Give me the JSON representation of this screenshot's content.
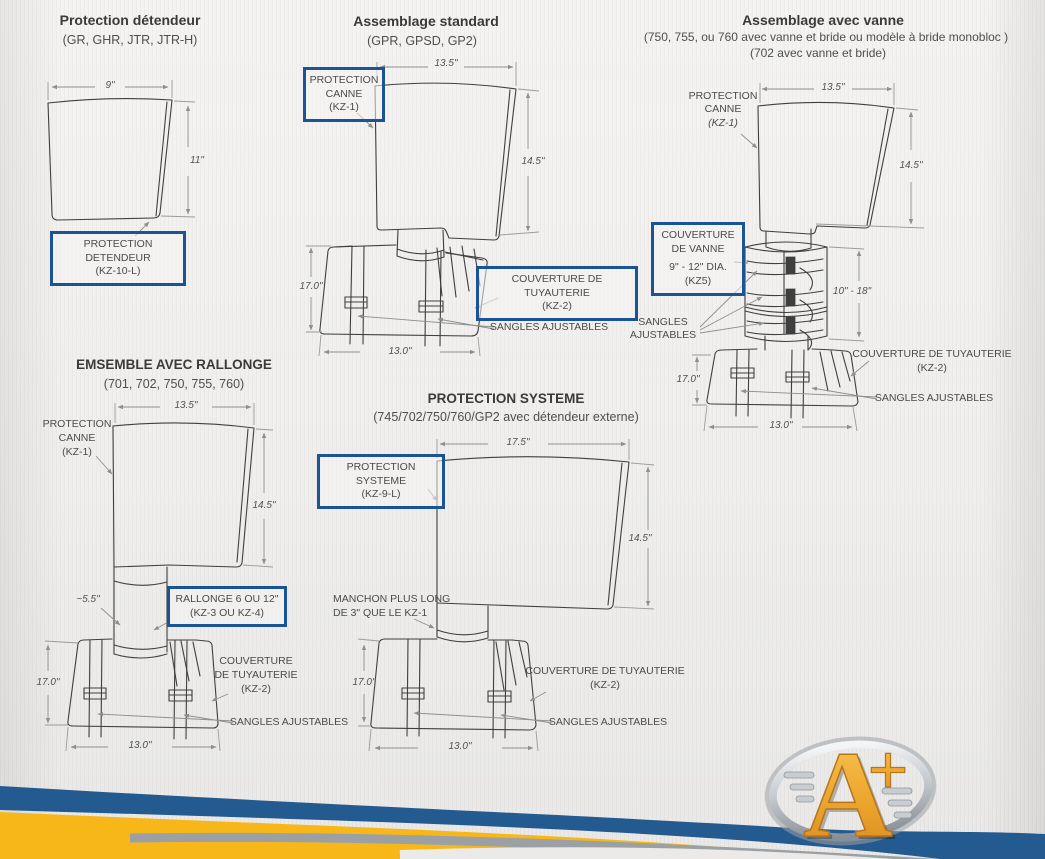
{
  "colors": {
    "box_border": "#1a5494",
    "drawing_line": "#3f3f3f",
    "dimension_line": "#8f8f8f",
    "wave_blue": "#235a8f",
    "wave_yellow": "#f7b719",
    "wave_gray": "#9aa0a4",
    "logo_gold": "#eca62f"
  },
  "diagrams": {
    "detendeur": {
      "title": "Protection détendeur",
      "subtitle": "(GR, GHR, JTR, JTR-H)",
      "dim_width": "9\"",
      "dim_height": "11\"",
      "box": {
        "line1": "PROTECTION DETENDEUR",
        "line2": "(KZ-10-L)"
      }
    },
    "standard": {
      "title": "Assemblage standard",
      "subtitle": "(GPR, GPSD, GP2)",
      "box_canne": {
        "line1": "PROTECTION",
        "line2": "CANNE",
        "line3": "(KZ-1)"
      },
      "dim_top": "13.5\"",
      "dim_right": "14.5\"",
      "dim_left": "17.0\"",
      "dim_bottom": "13.0\"",
      "box_tuyauterie": {
        "line1": "COUVERTURE DE TUYAUTERIE",
        "line2": "(KZ-2)"
      },
      "label_sangles": "SANGLES AJUSTABLES"
    },
    "vanne": {
      "title": "Assemblage avec vanne",
      "subtitle1": "(750, 755, ou 760 avec vanne et bride ou modèle à bride monobloc )",
      "subtitle2": "(702 avec vanne et bride)",
      "label_canne": {
        "line1": "PROTECTION",
        "line2": "CANNE",
        "line3": "(KZ-1)"
      },
      "dim_top": "13.5\"",
      "dim_right": "14.5\"",
      "dim_vanne": "10\" - 18\"",
      "dim_left": "17.0\"",
      "dim_bottom": "13.0\"",
      "box_vanne": {
        "line1": "COUVERTURE",
        "line2": "DE VANNE",
        "line3": "9\" - 12\" DIA.",
        "line4": "(KZ5)"
      },
      "label_sangles_left": {
        "line1": "SANGLES",
        "line2": "AJUSTABLES"
      },
      "label_tuyauterie": {
        "line1": "COUVERTURE DE TUYAUTERIE",
        "line2": "(KZ-2)"
      },
      "label_sangles_right": "SANGLES AJUSTABLES"
    },
    "rallonge": {
      "title": "EMSEMBLE AVEC RALLONGE",
      "subtitle": "(701, 702, 750, 755, 760)",
      "label_canne": {
        "line1": "PROTECTION",
        "line2": "CANNE",
        "line3": "(KZ-1)"
      },
      "dim_top": "13.5\"",
      "dim_right": "14.5\"",
      "dim_ext": "~5.5\"",
      "dim_left": "17.0\"",
      "dim_bottom": "13.0\"",
      "box_rallonge": {
        "line1": "RALLONGE 6 OU 12\"",
        "line2": "(KZ-3 OU KZ-4)"
      },
      "label_tuyauterie": {
        "line1": "COUVERTURE",
        "line2": "DE TUYAUTERIE",
        "line3": "(KZ-2)"
      },
      "label_sangles": "SANGLES AJUSTABLES"
    },
    "systeme": {
      "title": "PROTECTION SYSTEME",
      "subtitle": "(745/702/750/760/GP2 avec détendeur externe)",
      "box_systeme": {
        "line1": "PROTECTION SYSTEME",
        "line2": "(KZ-9-L)"
      },
      "dim_top": "17.5\"",
      "dim_right": "14.5\"",
      "dim_left": "17.0\"",
      "dim_bottom": "13.0\"",
      "label_manchon": {
        "line1": "MANCHON PLUS LONG",
        "line2": "DE 3\" QUE LE KZ-1"
      },
      "label_tuyauterie": {
        "line1": "COUVERTURE DE TUYAUTERIE",
        "line2": "(KZ-2)"
      },
      "label_sangles": "SANGLES AJUSTABLES"
    }
  },
  "footer": {
    "logo_a": "A",
    "logo_plus": "+"
  }
}
